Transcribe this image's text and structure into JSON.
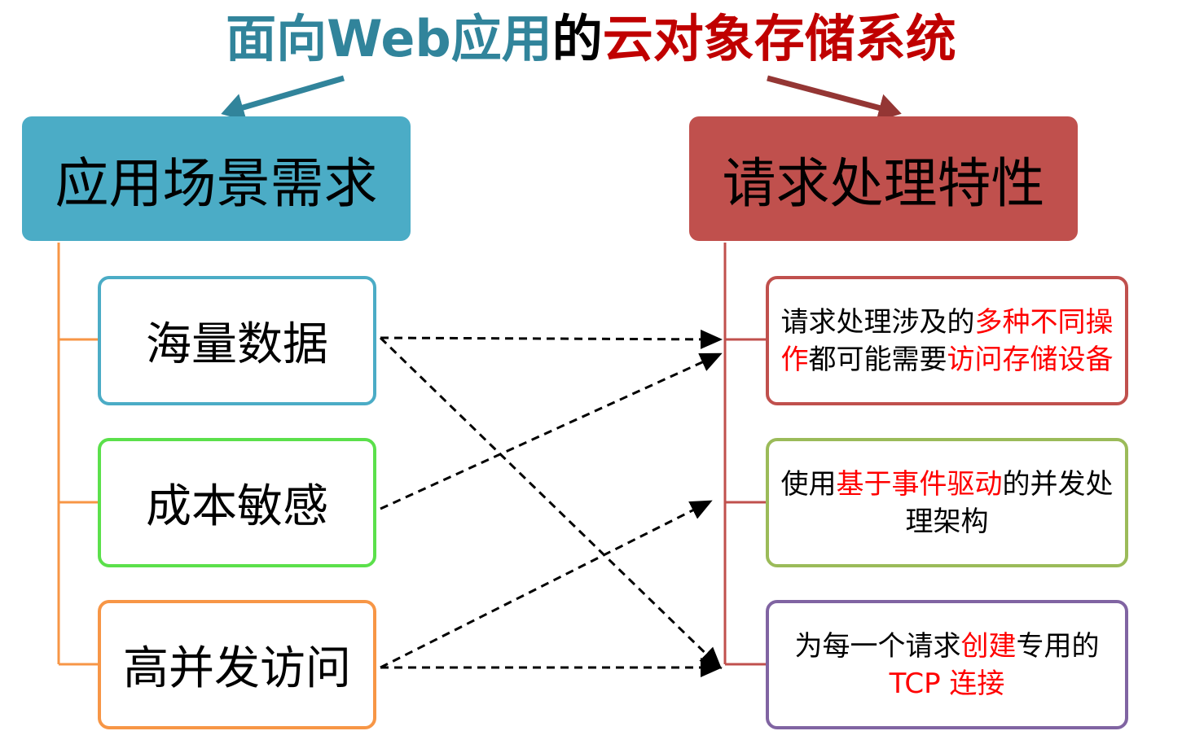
{
  "title": {
    "part1": "面向Web应用",
    "part2": "的",
    "part3": "云对象存储系统"
  },
  "left_header": "应用场景需求",
  "right_header": "请求处理特性",
  "left_items": [
    "海量数据",
    "成本敏感",
    "高并发访问"
  ],
  "right_items": [
    [
      {
        "t": "请求处理涉及的",
        "hl": false
      },
      {
        "t": "多种不同操作",
        "hl": true
      },
      {
        "t": "都可能需要",
        "hl": false
      },
      {
        "t": "访问存储设备",
        "hl": true
      }
    ],
    [
      {
        "t": "使用",
        "hl": false
      },
      {
        "t": "基于事件驱动",
        "hl": true
      },
      {
        "t": "的并发处理架构",
        "hl": false
      }
    ],
    [
      {
        "t": "为每一个请求",
        "hl": false
      },
      {
        "t": "创建",
        "hl": true
      },
      {
        "t": "专用的",
        "hl": false
      },
      {
        "t": "TCP 连接",
        "hl": true
      }
    ]
  ],
  "colors": {
    "teal": "#31849b",
    "darkred": "#c00000",
    "blue": "#4bacc6",
    "red": "#c0504d",
    "green_left": "#5be04b",
    "orange": "#f79646",
    "green_right": "#9bbb59",
    "purple": "#8064a2",
    "highlight": "#ff0000"
  }
}
